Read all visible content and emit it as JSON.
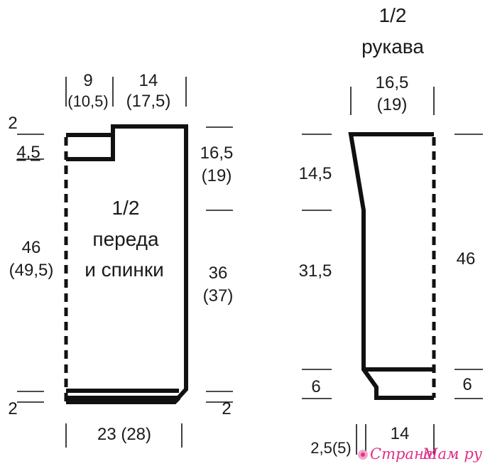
{
  "diagram": {
    "body": {
      "title_line1": "1/2",
      "title_line2": "переда",
      "title_line3": "и спинки",
      "top_left_w": "9",
      "top_left_w_alt": "(10,5)",
      "top_right_w": "14",
      "top_right_w_alt": "(17,5)",
      "left_top_2": "2",
      "left_4_5": "4,5",
      "left_height": "46",
      "left_height_alt": "(49,5)",
      "left_bottom_2": "2",
      "right_armhole": "16,5",
      "right_armhole_alt": "(19)",
      "right_side": "36",
      "right_side_alt": "(37)",
      "right_bottom_2": "2",
      "bottom_width": "23 (28)"
    },
    "sleeve": {
      "title_line1": "1/2",
      "title_line2": "рукава",
      "top_w": "16,5",
      "top_w_alt": "(19)",
      "left_cap": "14,5",
      "left_main": "31,5",
      "left_cuff": "6",
      "right_height": "46",
      "right_cuff": "6",
      "bottom_small": "2,5(5)",
      "bottom_w": "14"
    },
    "watermark": {
      "text_a": "Страна",
      "text_b": "Мам",
      "text_c": ". ру",
      "color": "#e0308a"
    }
  }
}
